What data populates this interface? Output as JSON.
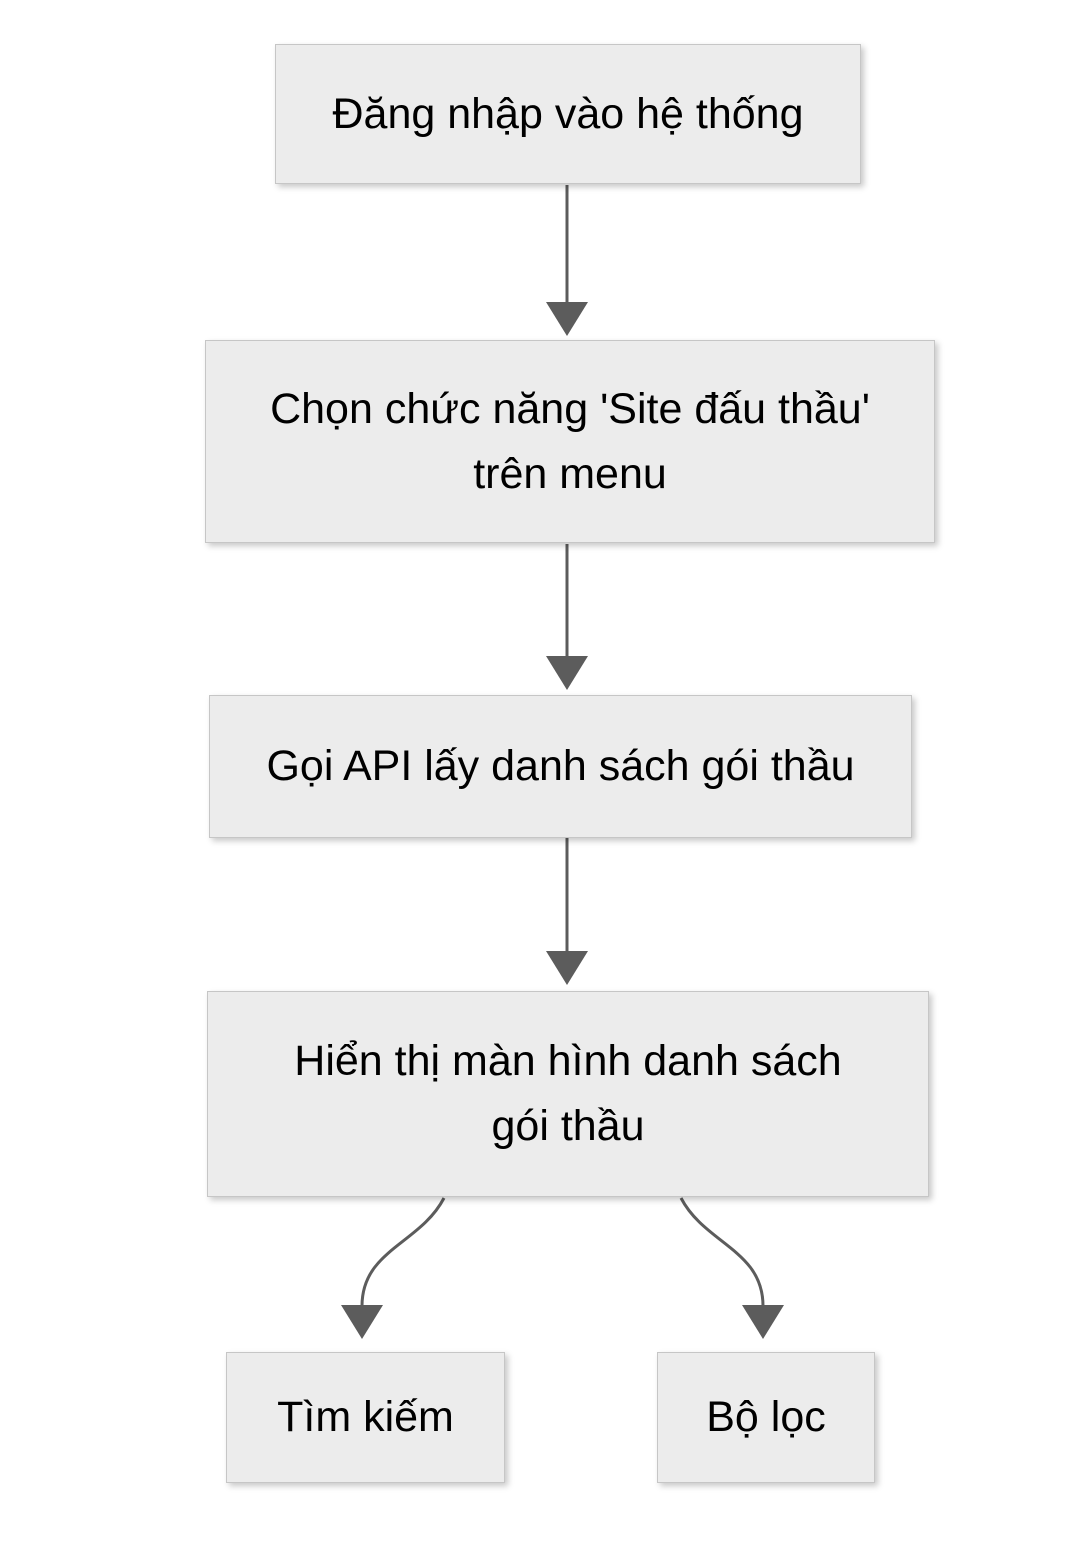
{
  "diagram": {
    "type": "flowchart",
    "direction": "top-down",
    "nodes": {
      "login": {
        "label": "Đăng nhập vào hệ thống"
      },
      "menu": {
        "lines": [
          "Chọn chức năng 'Site đấu thầu'",
          "trên menu"
        ]
      },
      "api": {
        "label": "Gọi API lấy danh sách gói thầu"
      },
      "display": {
        "lines": [
          "Hiển thị màn hình danh sách",
          "gói thầu"
        ]
      },
      "search": {
        "label": "Tìm kiếm"
      },
      "filter": {
        "label": "Bộ lọc"
      }
    },
    "edges": [
      {
        "from": "login",
        "to": "menu"
      },
      {
        "from": "menu",
        "to": "api"
      },
      {
        "from": "api",
        "to": "display"
      },
      {
        "from": "display",
        "to": "search"
      },
      {
        "from": "display",
        "to": "filter"
      }
    ],
    "colors": {
      "node_fill": "#ececec",
      "node_border": "#c6c6c6",
      "arrow": "#5c5c5c",
      "text": "#000000",
      "background": "#ffffff"
    }
  }
}
